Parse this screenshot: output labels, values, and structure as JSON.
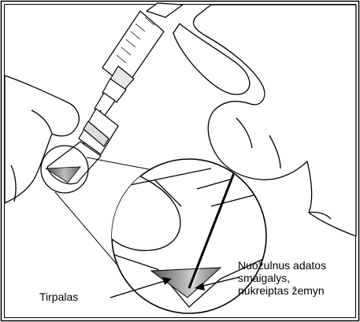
{
  "labels": {
    "solution": "Tirpalas",
    "needle_line1": "Nuožulnus adatos",
    "needle_line2": "smaigalys,",
    "needle_line3": "nukreiptas žemyn"
  },
  "colors": {
    "ink": "#000000",
    "liquid_dark": "#555555",
    "liquid_light": "#c8c8c8",
    "paper": "#ffffff"
  },
  "icons": {
    "arrows": [
      "arrow-to-solution-icon",
      "arrow-to-needle-tip-icon"
    ]
  }
}
